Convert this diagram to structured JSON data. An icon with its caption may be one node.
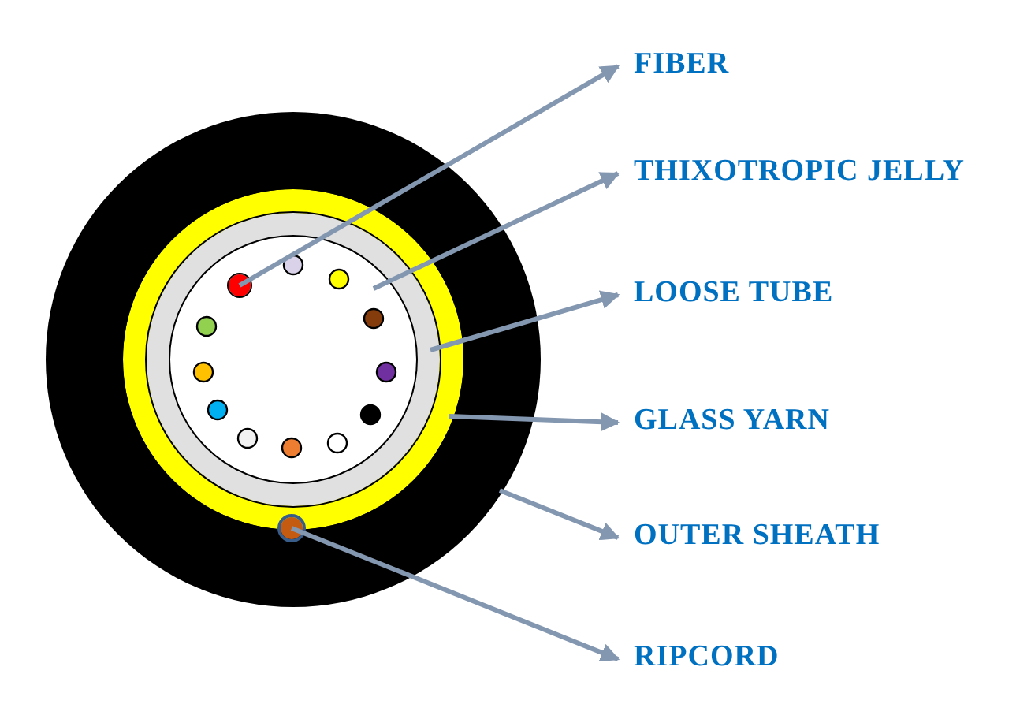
{
  "diagram": {
    "nodes": [
      {
        "text": [
          "FIBER"
        ]
      },
      {
        "text": [
          "THIXOTROPIC JELLY"
        ]
      },
      {
        "text": [
          "LOOSE TUBE"
        ]
      },
      {
        "text": [
          "GLASS YARN"
        ]
      },
      {
        "text": [
          "OUTER SHEATH"
        ]
      },
      {
        "text": [
          "RIPCORD"
        ]
      },
      {
        "text": [],
        "shape": "circle"
      },
      {
        "text": [],
        "shape": "circle",
        "in": 6
      },
      {
        "text": [],
        "shape": "circle",
        "in": 7
      },
      {
        "text": [],
        "shape": "circle",
        "in": 8
      },
      {
        "text": [],
        "shape": "circle",
        "in": 9
      },
      {
        "text": [],
        "shape": "circle",
        "in": 6
      }
    ],
    "edges": [
      {
        "from": 10,
        "to": 0,
        "arrow": "to"
      },
      {
        "from": 9,
        "to": 1,
        "arrow": "to"
      },
      {
        "from": 8,
        "to": 2,
        "arrow": "to"
      },
      {
        "from": 7,
        "to": 3,
        "arrow": "to"
      },
      {
        "from": 6,
        "to": 4,
        "arrow": "to"
      },
      {
        "from": 11,
        "to": 5,
        "arrow": "to"
      }
    ]
  }
}
